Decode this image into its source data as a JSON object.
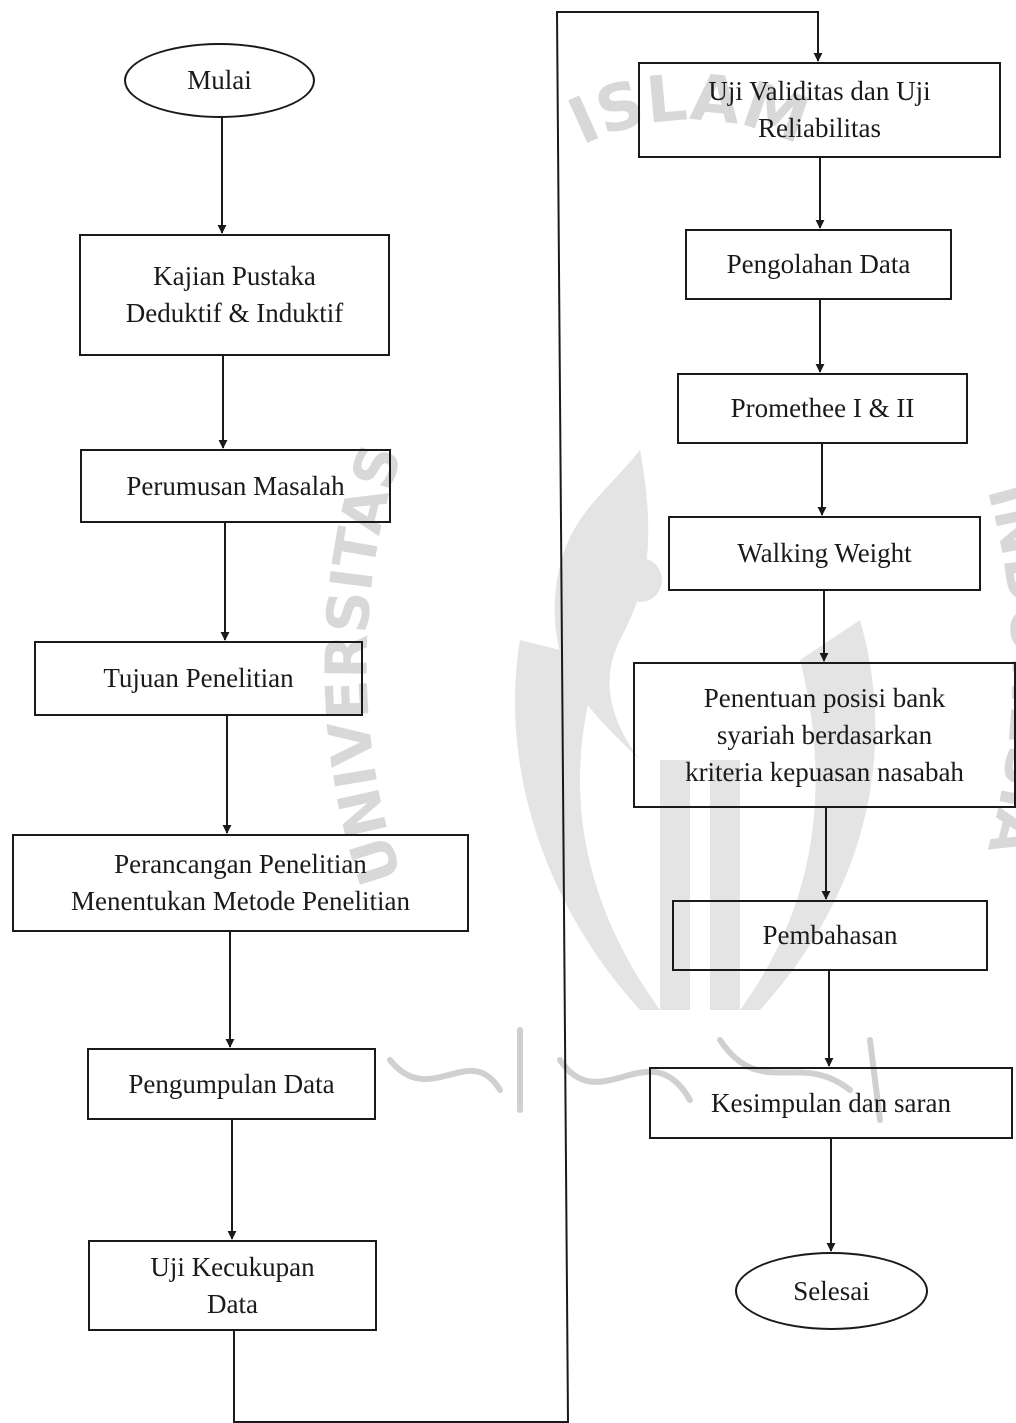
{
  "watermark": {
    "top_text": "ISLAM",
    "left_text": "UNIVERSITAS",
    "right_text": "INDONESIA",
    "colors": {
      "fill": "#d8d8d8",
      "light": "#e4e4e4"
    }
  },
  "flowchart": {
    "start": "Mulai",
    "end": "Selesai",
    "left_column": [
      "Kajian Pustaka\nDeduktif & Induktif",
      "Perumusan Masalah",
      "Tujuan Penelitian",
      "Perancangan Penelitian\nMenentukan Metode Penelitian",
      "Pengumpulan Data",
      "Uji Kecukupan\nData"
    ],
    "right_column": [
      "Uji Validitas dan Uji\nReliabilitas",
      "Pengolahan Data",
      "Promethee I & II",
      "Walking Weight",
      "Penentuan posisi bank\nsyariah berdasarkan\nkriteria kepuasan nasabah",
      "Pembahasan",
      "Kesimpulan dan saran"
    ]
  },
  "colors": {
    "line": "#1a1a1a",
    "background": "#ffffff"
  }
}
